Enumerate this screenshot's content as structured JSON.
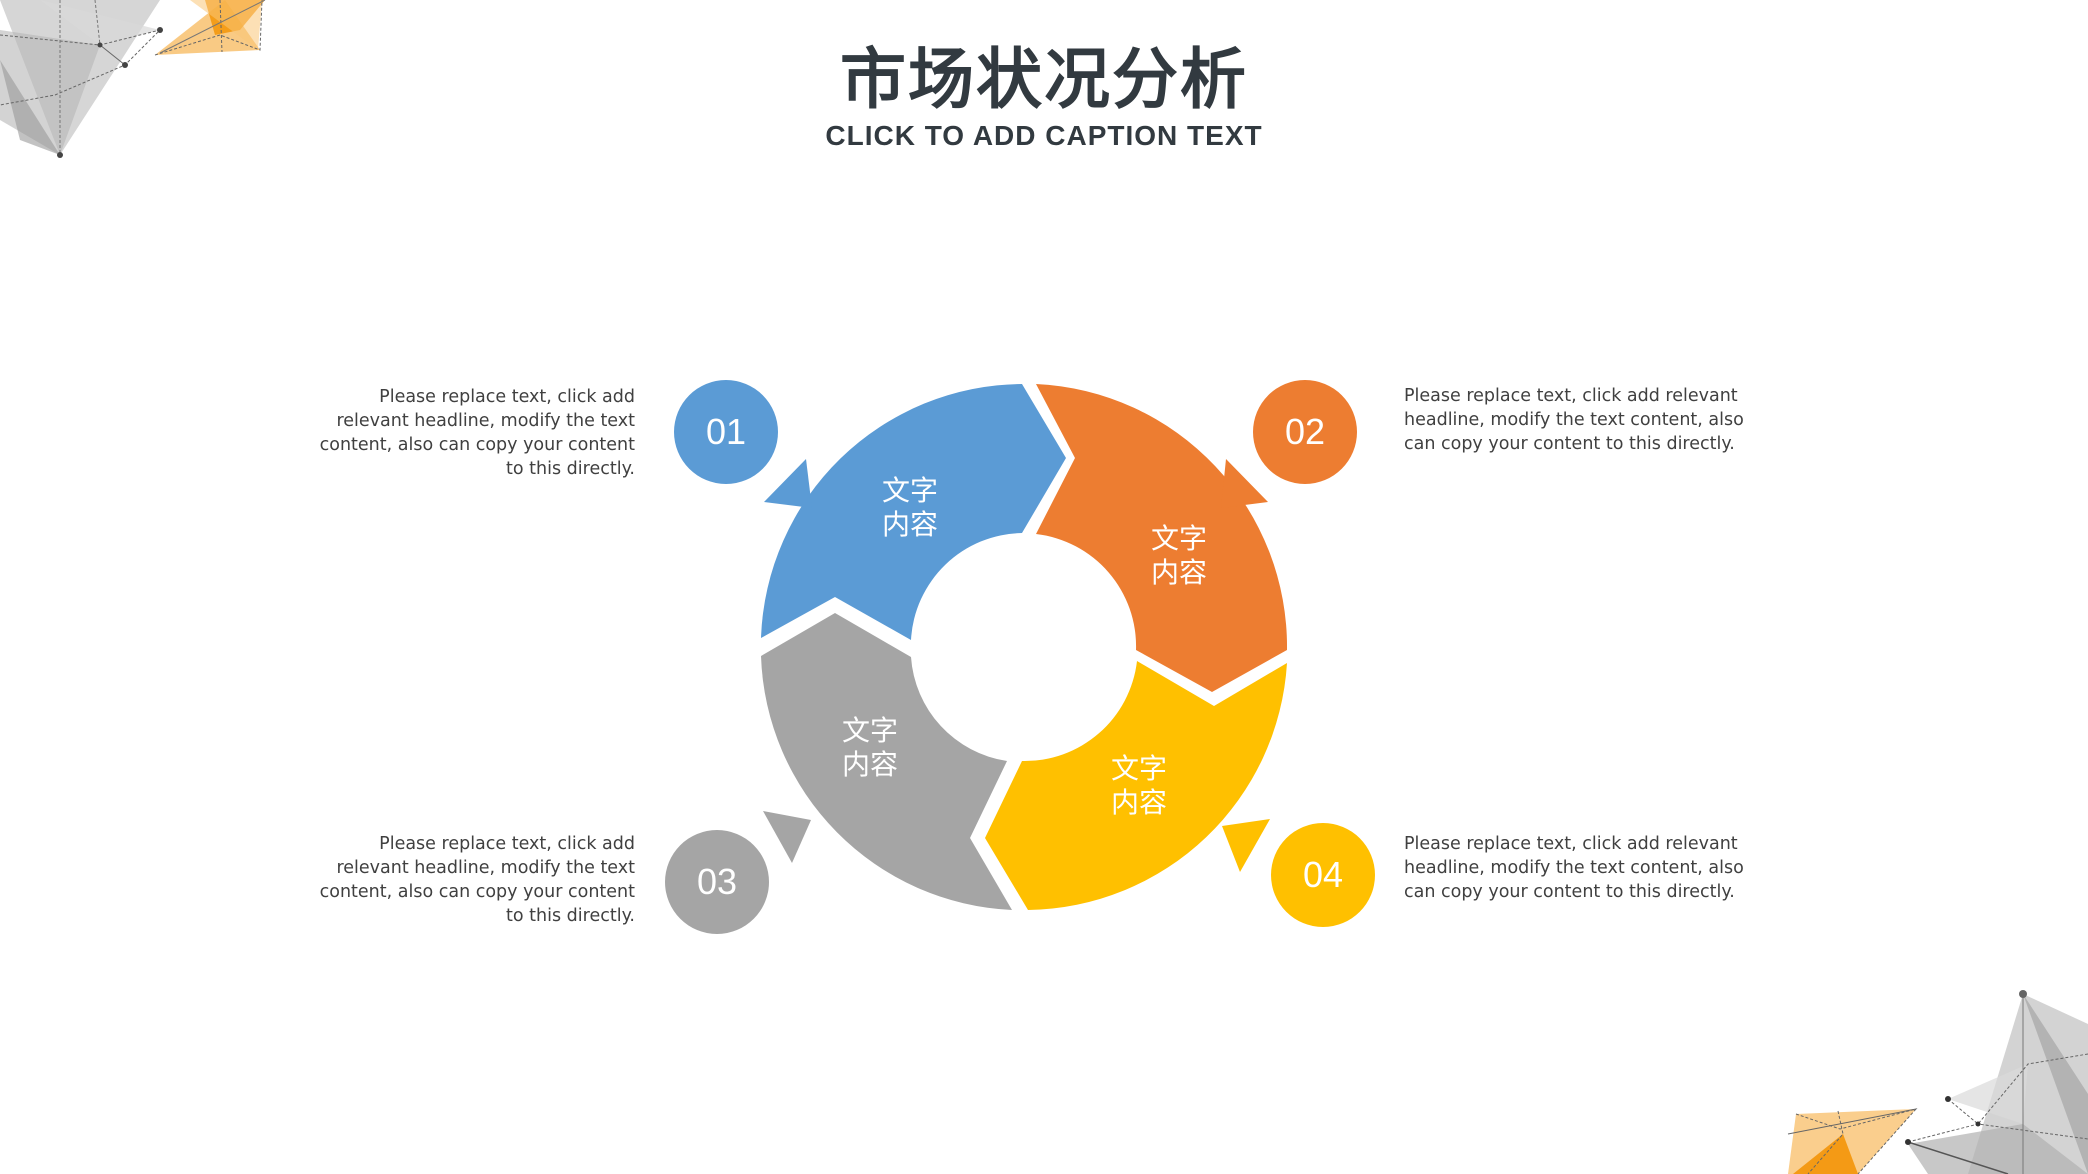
{
  "header": {
    "title": "市场状况分析",
    "subtitle": "CLICK TO ADD CAPTION TEXT"
  },
  "colors": {
    "blue": "#5B9BD5",
    "orange": "#ED7D31",
    "gray": "#A5A5A5",
    "yellow": "#FFC000",
    "title": "#323A40",
    "body_text": "#404040"
  },
  "cycle": {
    "segments": [
      {
        "id": "01",
        "label_line1": "文字",
        "label_line2": "内容",
        "color": "#5B9BD5"
      },
      {
        "id": "02",
        "label_line1": "文字",
        "label_line2": "内容",
        "color": "#ED7D31"
      },
      {
        "id": "04",
        "label_line1": "文字",
        "label_line2": "内容",
        "color": "#FFC000"
      },
      {
        "id": "03",
        "label_line1": "文字",
        "label_line2": "内容",
        "color": "#A5A5A5"
      }
    ]
  },
  "items": [
    {
      "number": "01",
      "text": "Please replace text, click add relevant headline, modify the text content, also can copy your content to this directly."
    },
    {
      "number": "02",
      "text": "Please replace text, click add relevant headline, modify the text content, also can copy your content to this directly."
    },
    {
      "number": "03",
      "text": "Please replace text, click add relevant headline, modify the text content, also can copy your content to this directly."
    },
    {
      "number": "04",
      "text": "Please replace text, click add relevant headline, modify the text content, also can copy your content to this directly."
    }
  ]
}
